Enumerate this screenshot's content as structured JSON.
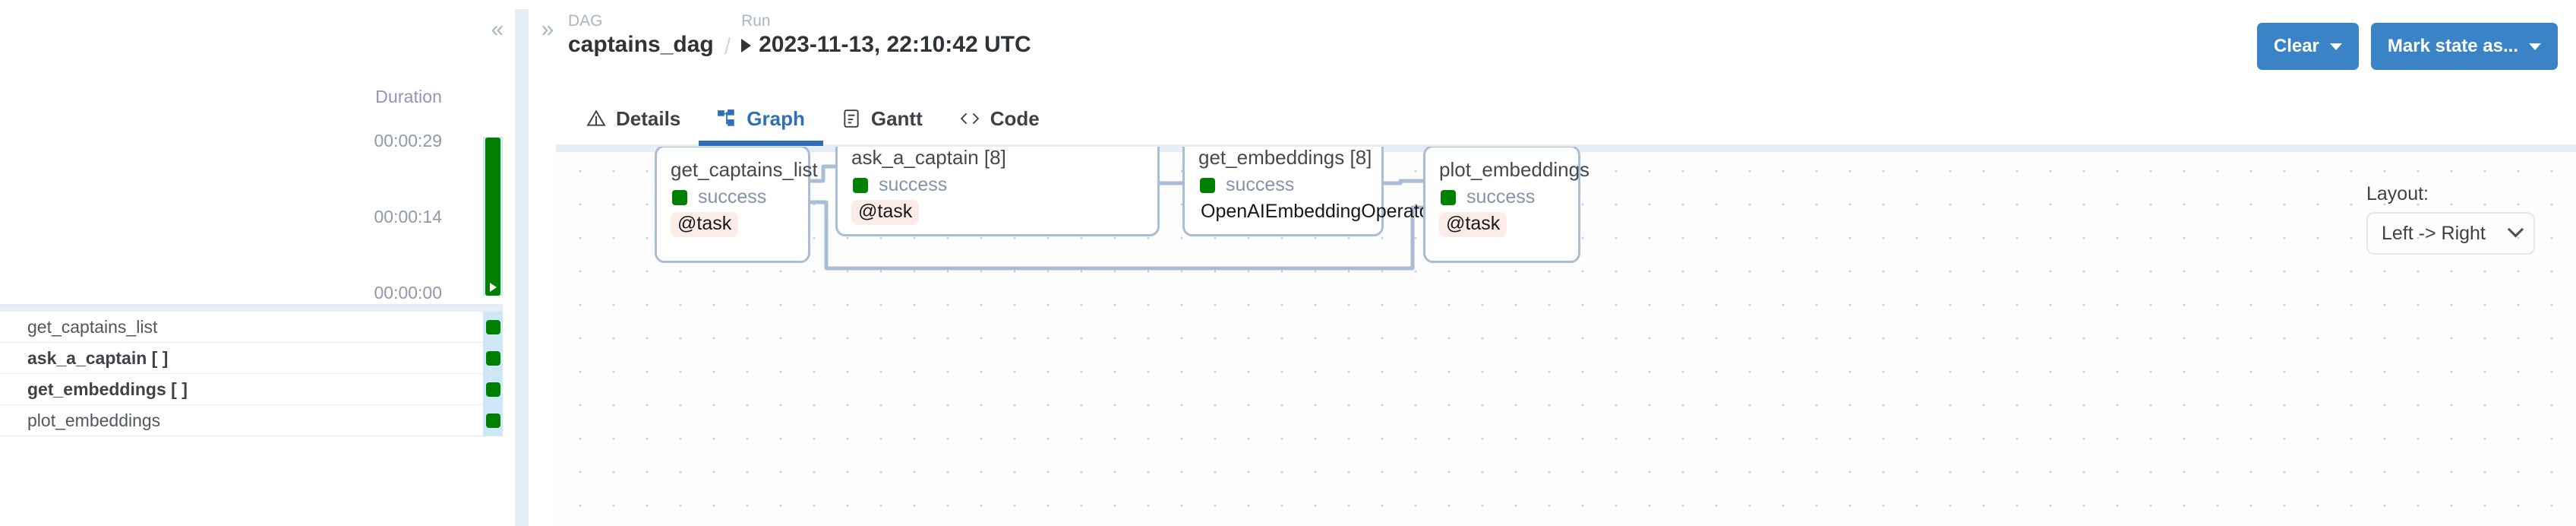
{
  "left_panel": {
    "collapse_icon": "chevron-double-left-icon",
    "duration_chart": {
      "title": "Duration",
      "axis_labels": [
        "00:00:29",
        "00:00:14",
        "00:00:00"
      ],
      "bar_state": "success",
      "bar_color": "#008000",
      "column_bg": "#cfe6f7"
    },
    "tasks": [
      {
        "label": "get_captains_list",
        "bold": false,
        "state": "success"
      },
      {
        "label": "ask_a_captain [ ]",
        "bold": true,
        "state": "success"
      },
      {
        "label": "get_embeddings [ ]",
        "bold": true,
        "state": "success"
      },
      {
        "label": "plot_embeddings",
        "bold": false,
        "state": "success"
      }
    ]
  },
  "right_panel": {
    "expand_icon": "chevron-double-right-icon",
    "breadcrumb": {
      "dag_kicker": "DAG",
      "dag_value": "captains_dag",
      "separator": "/",
      "run_kicker": "Run",
      "run_value": "2023-11-13, 22:10:42 UTC",
      "run_icon": "play-triangle-icon"
    },
    "actions": [
      {
        "label": "Clear",
        "name": "clear-button"
      },
      {
        "label": "Mark state as...",
        "name": "mark-state-button"
      }
    ],
    "accent_color": "#3a83c6",
    "tabs": [
      {
        "label": "Details",
        "icon": "triangle-alert-icon",
        "active": false
      },
      {
        "label": "Graph",
        "icon": "hierarchy-icon",
        "active": true
      },
      {
        "label": "Gantt",
        "icon": "document-lines-icon",
        "active": false
      },
      {
        "label": "Code",
        "icon": "code-brackets-icon",
        "active": false
      }
    ],
    "layout_control": {
      "label": "Layout:",
      "value": "Left -> Right",
      "icon": "chevron-down-icon"
    },
    "graph": {
      "nodes": [
        {
          "id": "get_captains_list",
          "title": "get_captains_list",
          "state": "success",
          "badge": "@task",
          "badge_style": "tag"
        },
        {
          "id": "ask_a_captain",
          "title": "ask_a_captain [8]",
          "state": "success",
          "badge": "@task",
          "badge_style": "tag"
        },
        {
          "id": "get_embeddings",
          "title": "get_embeddings [8]",
          "state": "success",
          "badge": "OpenAIEmbeddingOperator",
          "badge_style": "plain"
        },
        {
          "id": "plot_embeddings",
          "title": "plot_embeddings",
          "state": "success",
          "badge": "@task",
          "badge_style": "tag"
        }
      ],
      "state_color": "#008000",
      "edge_color": "#a9bdd4"
    }
  }
}
